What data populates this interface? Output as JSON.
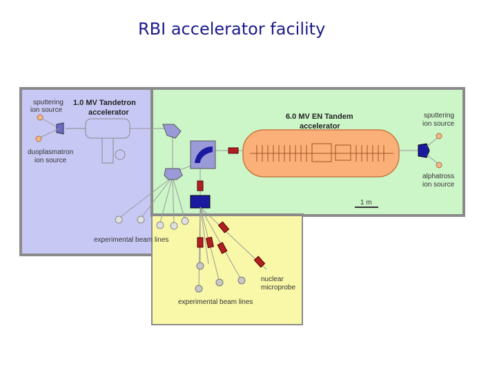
{
  "title": "RBI accelerator facility",
  "labels": {
    "tandetron": "1.0  MV  Tandetron accelerator",
    "tandetron_l1": "1.0  MV  Tandetron",
    "tandetron_l2": "accelerator",
    "tandem_l1": "6.0 MV EN Tandem",
    "tandem_l2": "accelerator",
    "sputtering_left_l1": "sputtering",
    "sputtering_left_l2": "ion source",
    "duoplasmatron_l1": "duoplasmatron",
    "duoplasmatron_l2": "ion source",
    "sputtering_right_l1": "sputtering",
    "sputtering_right_l2": "ion source",
    "alphatross_l1": "alphatross",
    "alphatross_l2": "ion source",
    "scale": "1 m",
    "experimental_top": "experimental beam lines",
    "experimental_bottom": "experimental beam lines",
    "nuclear_l1": "nuclear",
    "nuclear_l2": "microprobe"
  },
  "colors": {
    "left_room": "#c8c8f5",
    "right_room": "#ccf5c8",
    "bottom_room": "#f8f8a8",
    "wall": "#8a8a8a",
    "accelerator": "#fbb07a",
    "magnet": "#1a1aa0",
    "slit": "#b02020",
    "endpoint": "#c8c8c8",
    "source": "#f0b880"
  }
}
